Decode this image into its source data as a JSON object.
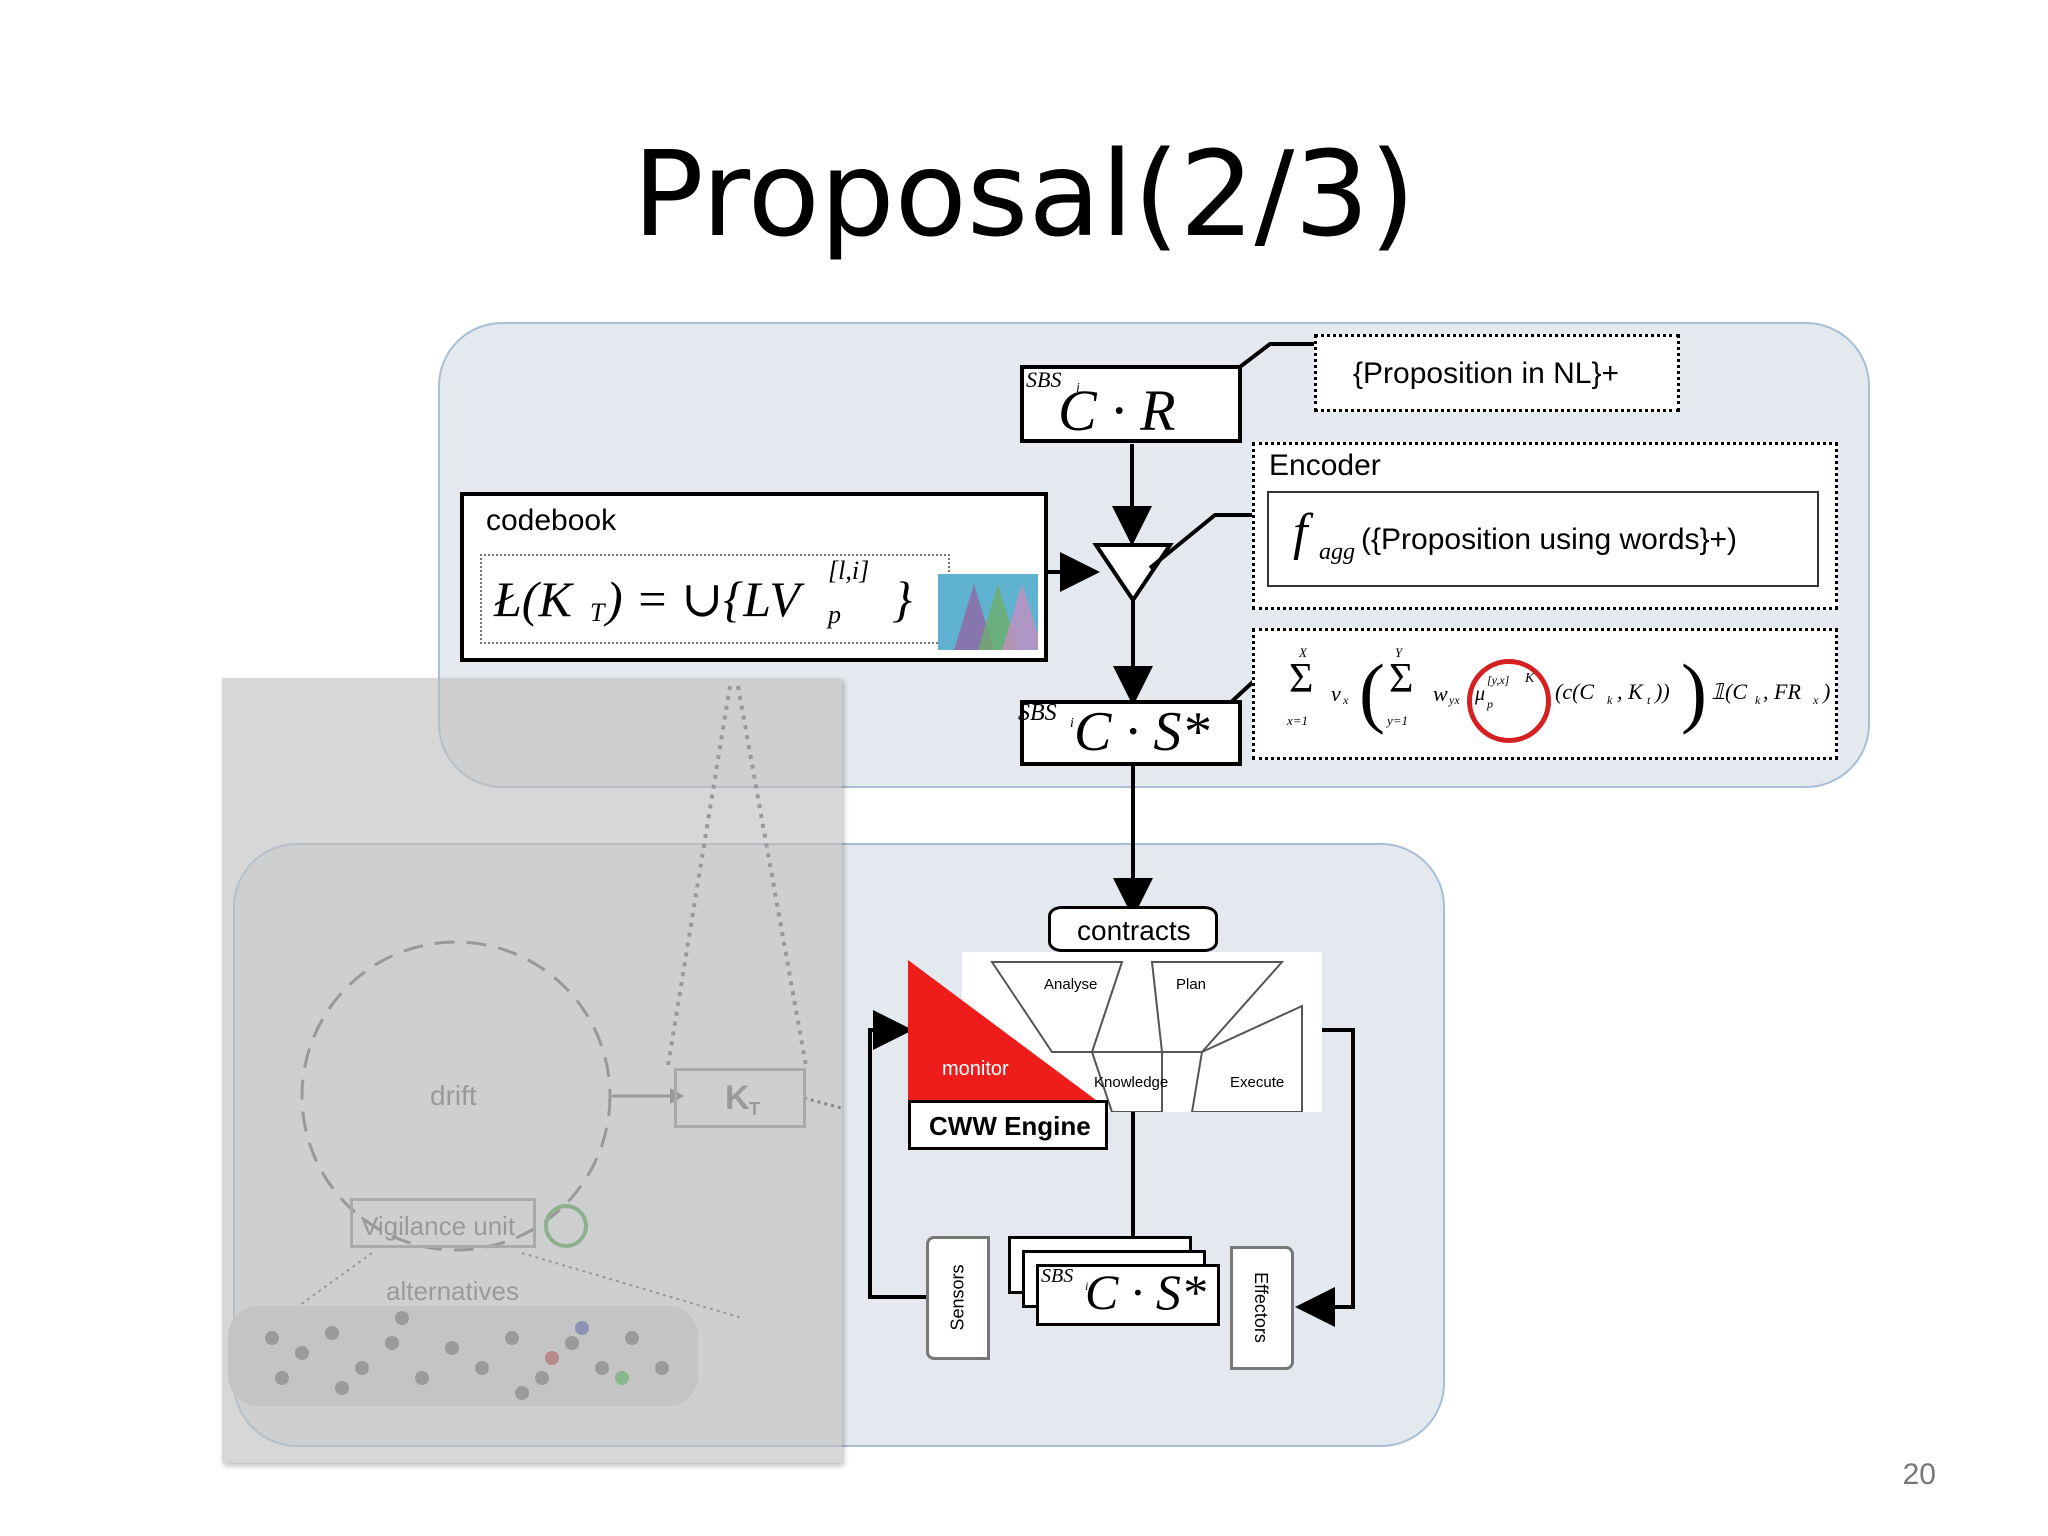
{
  "slide": {
    "title": "Proposal(2/3)",
    "number": "20"
  },
  "top_panel": {
    "sbs_top": {
      "sup": "SBS",
      "sub": "i",
      "formula": "C · R"
    },
    "proposition_nl": "{Proposition in NL}+",
    "encoder": {
      "label": "Encoder",
      "f": "f",
      "f_sub": "agg",
      "text": "({Proposition using words}+)"
    },
    "codebook": {
      "label": "codebook",
      "formula": "Ł(K",
      "formula_sub": "T",
      "formula_mid": ") = ∪{LV",
      "formula_sup": "[l,i]",
      "formula_sub2": "p",
      "formula_end": "}"
    },
    "sbs_mid": {
      "sup": "SBS",
      "sub": "i",
      "formula": "C · S*"
    },
    "aggregation_formula": {
      "sum_x": "Σ",
      "sum_x_top": "X",
      "sum_x_bottom": "x=1",
      "vx": "v",
      "vx_sub": "x",
      "sum_y": "Σ",
      "sum_y_top": "Y",
      "sum_y_bottom": "y=1",
      "wy": "w",
      "wy_sub": "yx",
      "mu": "μ",
      "mu_sup": "[y,x]",
      "mu_sub": "p",
      "mu_k": "K",
      "c_expr": "(c(C",
      "c_sub": "k",
      "c_mid": ", K",
      "c_sub2": "t",
      "c_end": "))",
      "indicator": "𝟙(C",
      "ind_sub": "k",
      "ind_mid": ", FR",
      "ind_sub2": "x",
      "ind_end": ")"
    }
  },
  "bottom_panel": {
    "contracts": "contracts",
    "analyse": "Analyse",
    "plan": "Plan",
    "monitor": "monitor",
    "knowledge": "Knowledge",
    "execute": "Execute",
    "cww_engine": "CWW Engine",
    "sensors": "Sensors",
    "effectors": "Effectors",
    "sbs_bottom": {
      "sup": "SBS",
      "sub": "i",
      "formula": "C · S*"
    }
  },
  "overlay": {
    "drift": "drift",
    "kt": "K",
    "kt_sub": "T",
    "vigilance_unit": "Vigilance unit",
    "alternatives": "alternatives"
  },
  "colors": {
    "panel_fill": "#e4e9ef",
    "panel_border": "#a8bed4",
    "monitor_red": "#ef1c1c",
    "highlight_circle": "#d42020"
  }
}
